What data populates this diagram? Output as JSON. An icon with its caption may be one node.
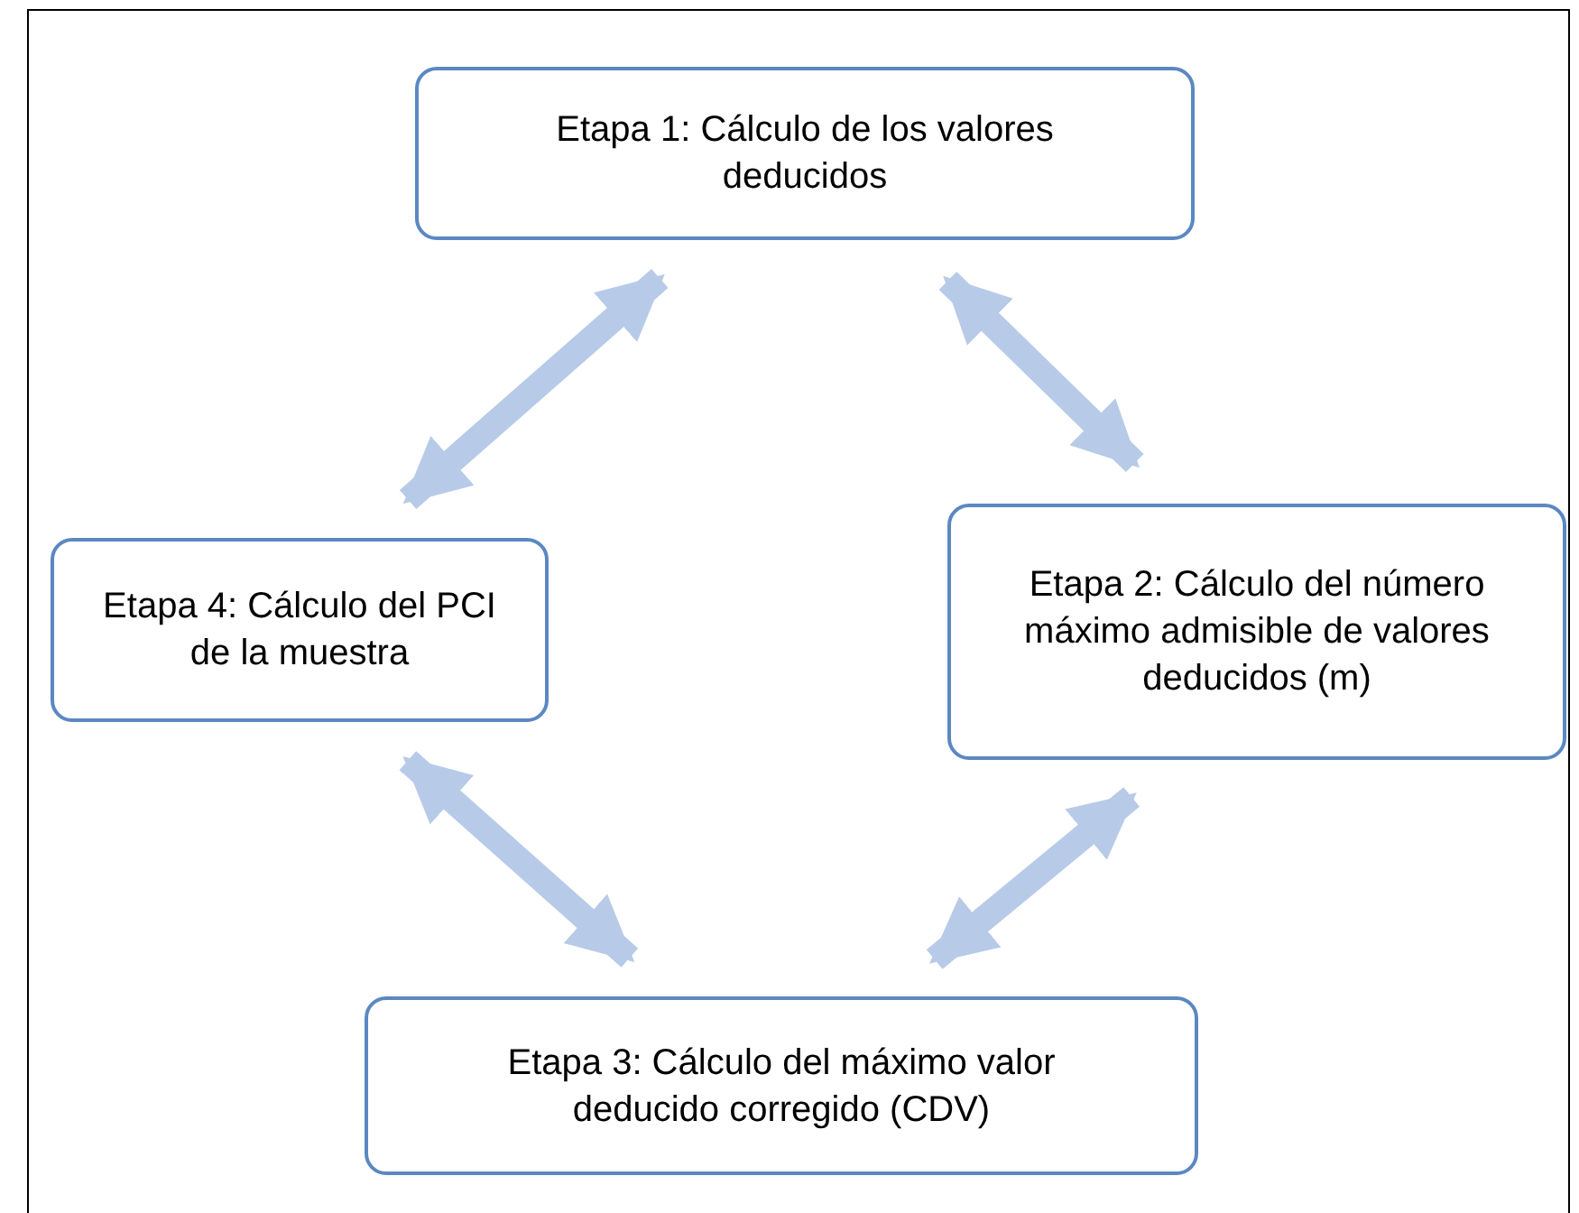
{
  "diagram": {
    "nodes": [
      {
        "text": [
          "Etapa 1: Cálculo de los valores deducidos"
        ]
      },
      {
        "text": [
          "Etapa 2: Cálculo del número máximo admisible de valores deducidos (m)"
        ]
      },
      {
        "text": [
          "Etapa 3: Cálculo del máximo valor deducido corregido (CDV)"
        ]
      },
      {
        "text": [
          "Etapa 4: Cálculo del PCI de la muestra"
        ]
      }
    ],
    "edges": [
      {
        "from": 0,
        "to": 1,
        "arrow": "both"
      },
      {
        "from": 1,
        "to": 2,
        "arrow": "both"
      },
      {
        "from": 2,
        "to": 3,
        "arrow": "both"
      },
      {
        "from": 3,
        "to": 0,
        "arrow": "both"
      }
    ]
  }
}
